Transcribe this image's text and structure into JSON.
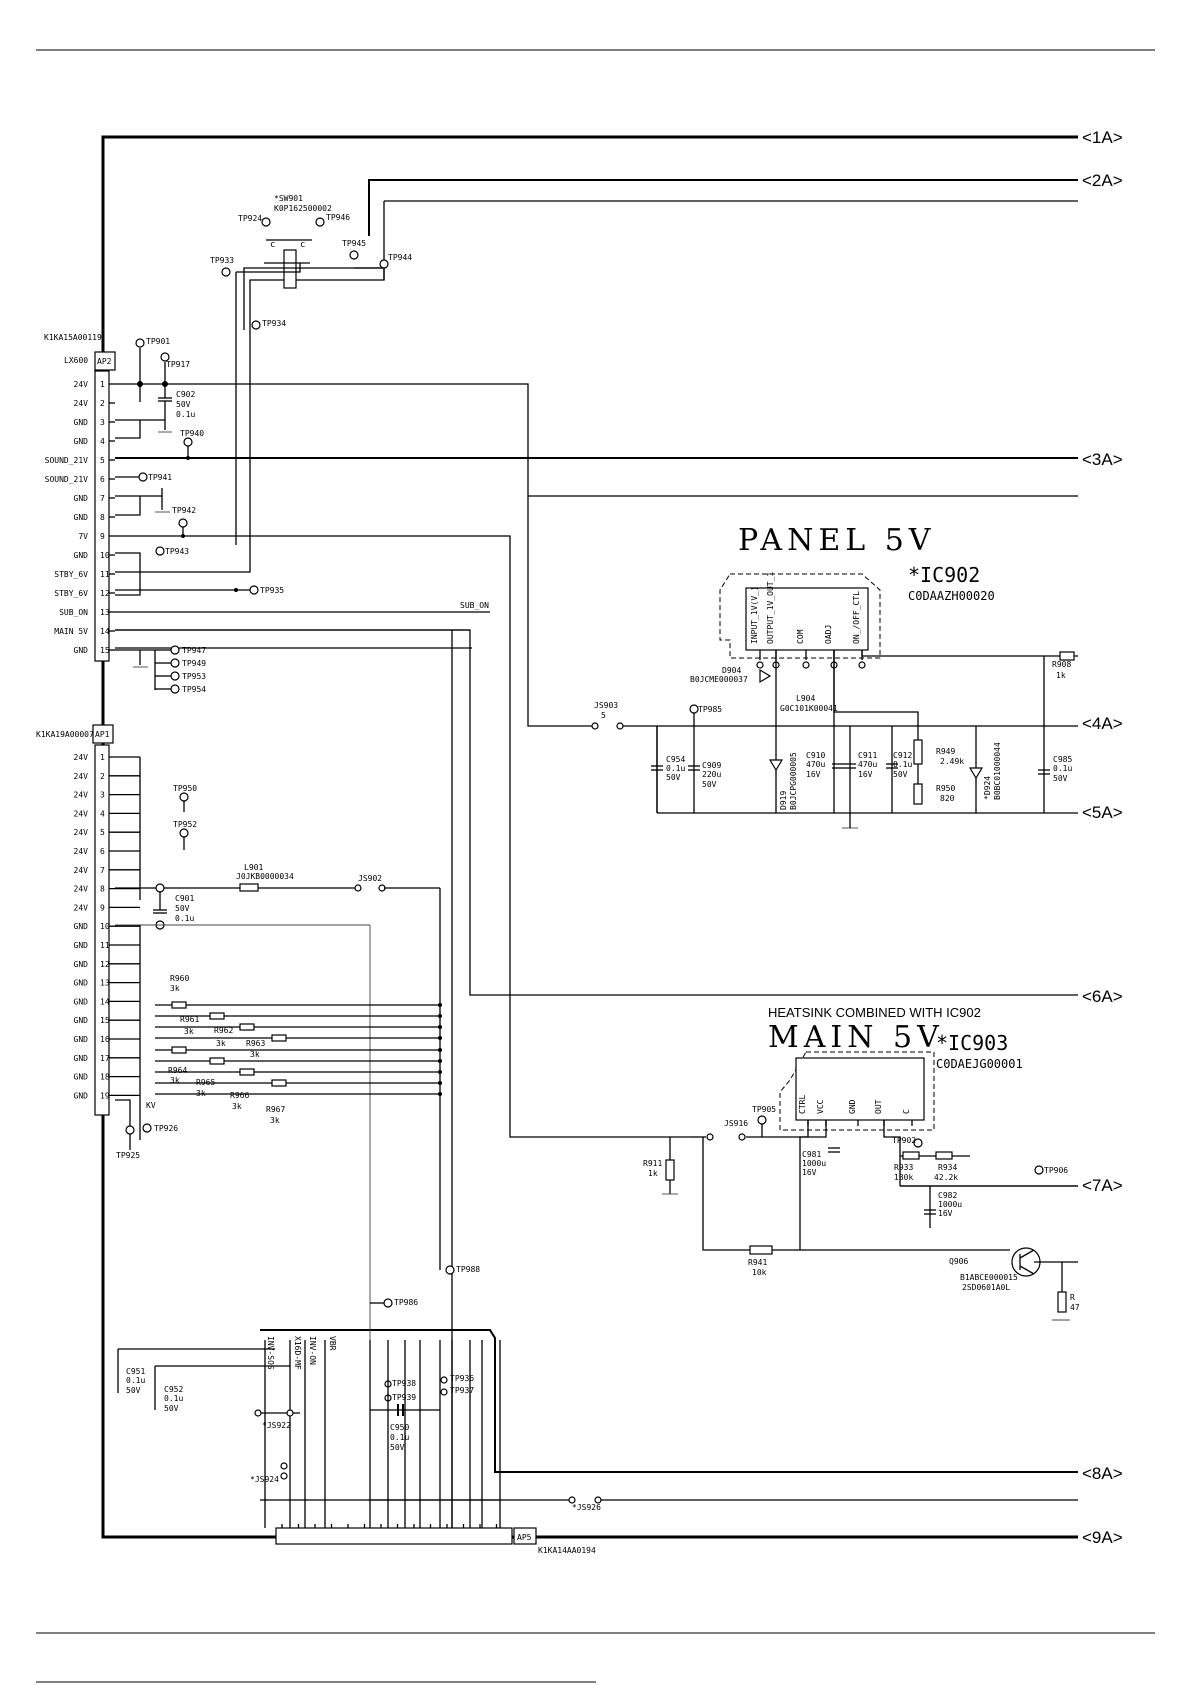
{
  "connectors": [
    "<1A>",
    "<2A>",
    "<3A>",
    "<4A>",
    "<5A>",
    "<6A>",
    "<7A>",
    "<8A>",
    "<9A>"
  ],
  "ap2": {
    "part": "K1KA15A00119",
    "sub": "LX600",
    "ref": "AP2",
    "pin_labels": [
      "24V",
      "24V",
      "GND",
      "GND",
      "SOUND_21V",
      "SOUND_21V",
      "GND",
      "GND",
      "7V",
      "GND",
      "STBY_6V",
      "STBY_6V",
      "SUB_ON",
      "MAIN 5V",
      "GND"
    ],
    "pin_numbers": [
      "1",
      "2",
      "3",
      "4",
      "5",
      "6",
      "7",
      "8",
      "9",
      "10",
      "11",
      "12",
      "13",
      "14",
      "15"
    ]
  },
  "ap1": {
    "part": "K1KA19A00007",
    "ref": "AP1",
    "pin_labels": [
      "24V",
      "24V",
      "24V",
      "24V",
      "24V",
      "24V",
      "24V",
      "24V",
      "24V",
      "GND",
      "GND",
      "GND",
      "GND",
      "GND",
      "GND",
      "GND",
      "GND",
      "GND",
      "GND"
    ],
    "pin_numbers": [
      "1",
      "2",
      "3",
      "4",
      "5",
      "6",
      "7",
      "8",
      "9",
      "10",
      "11",
      "12",
      "13",
      "14",
      "15",
      "16",
      "17",
      "18",
      "19"
    ]
  },
  "ap5": {
    "part": "K1KA14AA0194",
    "ref": "AP5"
  },
  "sw901": {
    "ref": "*SW901",
    "part": "K0P162500002"
  },
  "panel": {
    "title": "PANEL 5V",
    "ic_ref": "*IC902",
    "ic_part": "C0DAAZH00020",
    "pins": [
      "INPUT_1V(V_)",
      "OUTPUT_1V_OUT_1",
      "COM",
      "OADJ",
      "ON_/OFF_CTL"
    ]
  },
  "main": {
    "heatsink_note": "HEATSINK COMBINED WITH IC902",
    "title": "MAIN 5V",
    "ic_ref": "*IC903",
    "ic_part": "C0DAEJG00001",
    "pins": [
      "CTRL",
      "VCC",
      "GND",
      "OUT",
      "C"
    ]
  },
  "test_points": {
    "tp924": "TP924",
    "tp946": "TP946",
    "tp933": "TP933",
    "tp945": "TP945",
    "tp944": "TP944",
    "tp934": "TP934",
    "tp901": "TP901",
    "tp917": "TP917",
    "tp940": "TP940",
    "tp941": "TP941",
    "tp942": "TP942",
    "tp943": "TP943",
    "tp935": "TP935",
    "tp947": "TP947",
    "tp949": "TP949",
    "tp953": "TP953",
    "tp954": "TP954",
    "tp950": "TP950",
    "tp952": "TP952",
    "tp926": "TP926",
    "tp925": "TP925",
    "tp985": "TP985",
    "tp905": "TP905",
    "tp902": "TP902",
    "tp906": "TP906",
    "tp988": "TP988",
    "tp986": "TP986",
    "tp938": "TP938",
    "tp939": "TP939",
    "tp936": "TP936",
    "tp937": "TP937"
  },
  "components": {
    "c902": [
      "C902",
      "50V",
      "0.1u"
    ],
    "c901": [
      "C901",
      "50V",
      "0.1u"
    ],
    "l901": [
      "L901",
      "J0JKB0000034"
    ],
    "js902": "JS902",
    "js903": [
      "JS903",
      "5"
    ],
    "js916": "JS916",
    "sub_on_net": "SUB_ON",
    "d904": [
      "D904",
      "B0JCME000037"
    ],
    "l904": [
      "L904",
      "G0C101K00041"
    ],
    "c954": [
      "C954",
      "0.1u",
      "50V"
    ],
    "c909": [
      "C909",
      "220u",
      "50V"
    ],
    "d919": [
      "D919",
      "B0JCPG000005"
    ],
    "c910": [
      "C910",
      "470u",
      "16V"
    ],
    "c911": [
      "C911",
      "470u",
      "16V"
    ],
    "c912": [
      "C912",
      "0.1u",
      "50V"
    ],
    "r949": [
      "R949",
      "2.49k"
    ],
    "r950": [
      "R950",
      "820"
    ],
    "d924": [
      "*D924",
      "B0BC01000044"
    ],
    "r908": [
      "R908",
      "1k"
    ],
    "c985": [
      "C985",
      "0.1u",
      "50V"
    ],
    "r960": [
      "R960",
      "3k"
    ],
    "r961": [
      "R961",
      "3k"
    ],
    "r962": [
      "R962",
      "3k"
    ],
    "r963": [
      "R963",
      "3k"
    ],
    "r964": [
      "R964",
      "3k"
    ],
    "r965": [
      "R965",
      "3k"
    ],
    "r966": [
      "R966",
      "3k"
    ],
    "r967": [
      "R967",
      "3k"
    ],
    "r911": [
      "R911",
      "1k"
    ],
    "c981": [
      "C981",
      "1000u",
      "16V"
    ],
    "r933": [
      "R933",
      "130k"
    ],
    "r934": [
      "R934",
      "42.2k"
    ],
    "c982": [
      "C982",
      "1000u",
      "16V"
    ],
    "r941": [
      "R941",
      "10k"
    ],
    "q906": [
      "Q906",
      "B1ABCE000015",
      "2SD0601A0L"
    ],
    "r_edge": [
      "R",
      "47"
    ],
    "c951": [
      "C951",
      "0.1u",
      "50V"
    ],
    "c952": [
      "C952",
      "0.1u",
      "50V"
    ],
    "c950": [
      "C950",
      "0.1u",
      "50V"
    ],
    "js922": "*JS922",
    "js924": "*JS924",
    "js926": "*JS926",
    "ap5_signals": [
      "INV-SOS",
      "X16D-MF",
      "INV-ON",
      "VBR"
    ],
    "kv": "KV"
  }
}
